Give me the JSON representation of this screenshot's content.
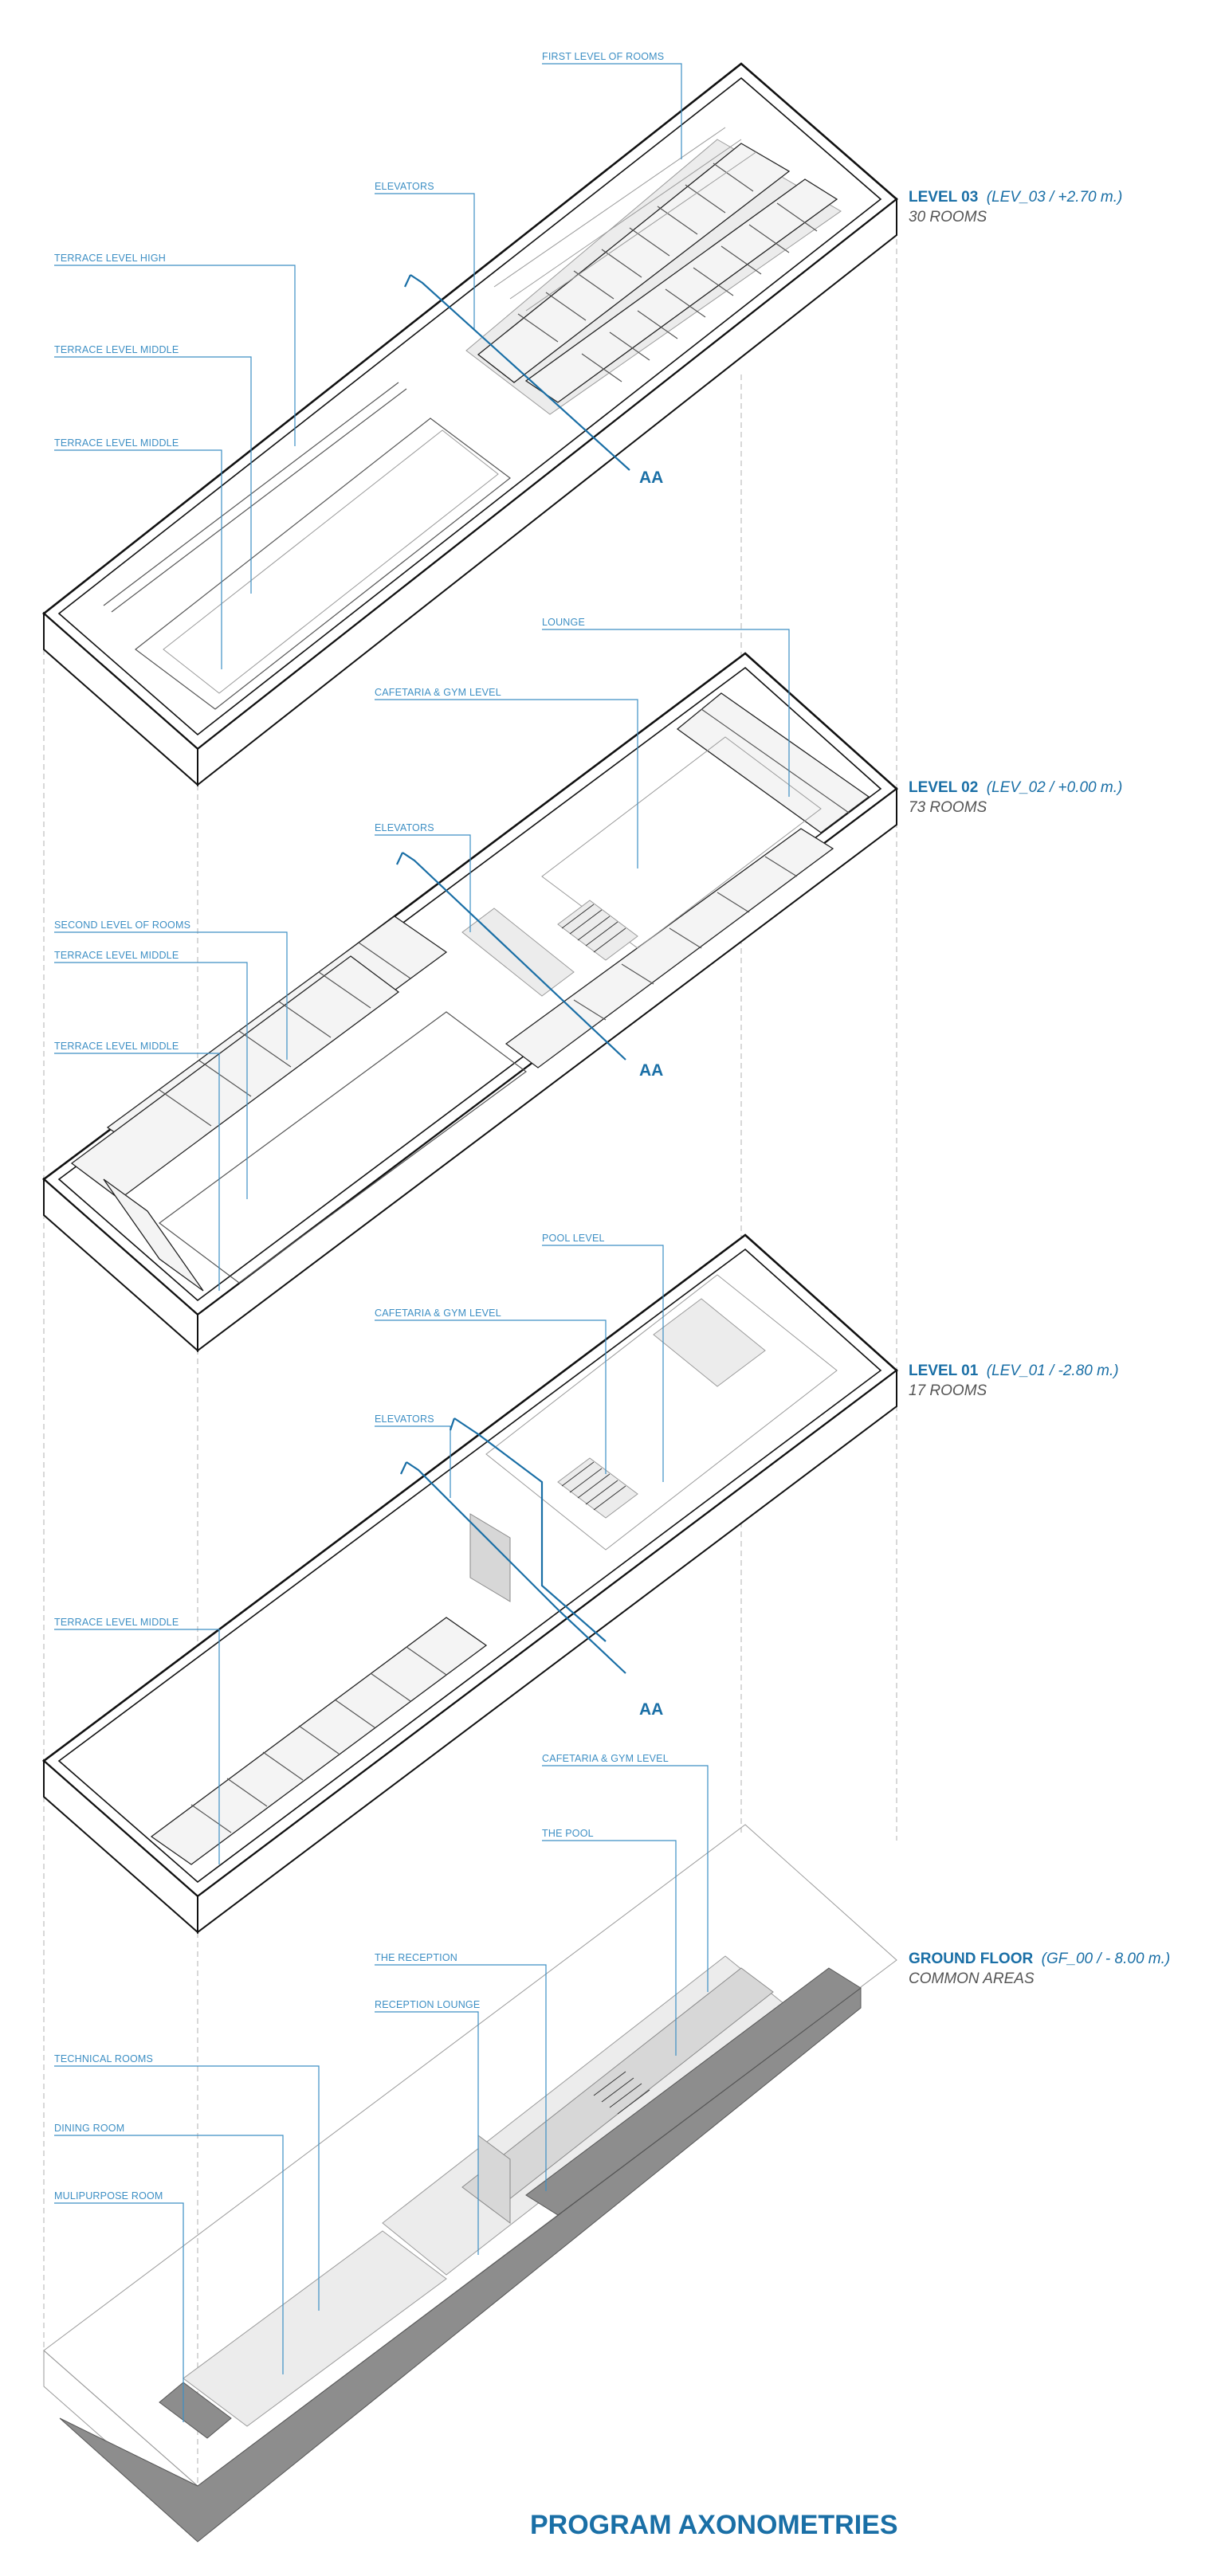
{
  "labels": {
    "l3_first_level_rooms": "FIRST LEVEL OF ROOMS",
    "l3_elevators": "ELEVATORS",
    "l3_terrace_high": "TERRACE LEVEL HIGH",
    "l3_terrace_middle_1": "TERRACE LEVEL MIDDLE",
    "l3_terrace_middle_2": "TERRACE LEVEL MIDDLE",
    "l2_lounge": "LOUNGE",
    "l2_cafetaria_gym": "CAFETARIA & GYM LEVEL",
    "l2_elevators": "ELEVATORS",
    "l2_second_level_rooms": "SECOND LEVEL OF ROOMS",
    "l2_terrace_middle_1": "TERRACE LEVEL MIDDLE",
    "l2_terrace_middle_2": "TERRACE LEVEL MIDDLE",
    "l1_pool_level": "POOL LEVEL",
    "l1_cafetaria_gym": "CAFETARIA & GYM LEVEL",
    "l1_elevators": "ELEVATORS",
    "l1_terrace_middle": "TERRACE LEVEL MIDDLE",
    "gf_cafetaria_gym": "CAFETARIA & GYM LEVEL",
    "gf_pool": "THE POOL",
    "gf_reception": "THE RECEPTION",
    "gf_reception_lounge": "RECEPTION LOUNGE",
    "gf_technical_rooms": "TECHNICAL ROOMS",
    "gf_dining_room": "DINING ROOM",
    "gf_multipurpose_room": "MULIPURPOSE ROOM"
  },
  "levels": {
    "level03": {
      "name": "LEVEL 03",
      "code": "(LEV_03 / +2.70 m.)",
      "sub": "30 ROOMS"
    },
    "level02": {
      "name": "LEVEL 02",
      "code": "(LEV_02 / +0.00 m.)",
      "sub": "73 ROOMS"
    },
    "level01": {
      "name": "LEVEL 01",
      "code": "(LEV_01 / -2.80 m.)",
      "sub": "17 ROOMS"
    },
    "ground": {
      "name": "GROUND FLOOR",
      "code": "(GF_00 / - 8.00 m.)",
      "sub": "COMMON AREAS"
    }
  },
  "section_marker": "AA",
  "title": "PROGRAM AXONOMETRIES",
  "colors": {
    "accent": "#1a6fa6",
    "leader": "#3d8fc4",
    "text_gray": "#555555"
  }
}
